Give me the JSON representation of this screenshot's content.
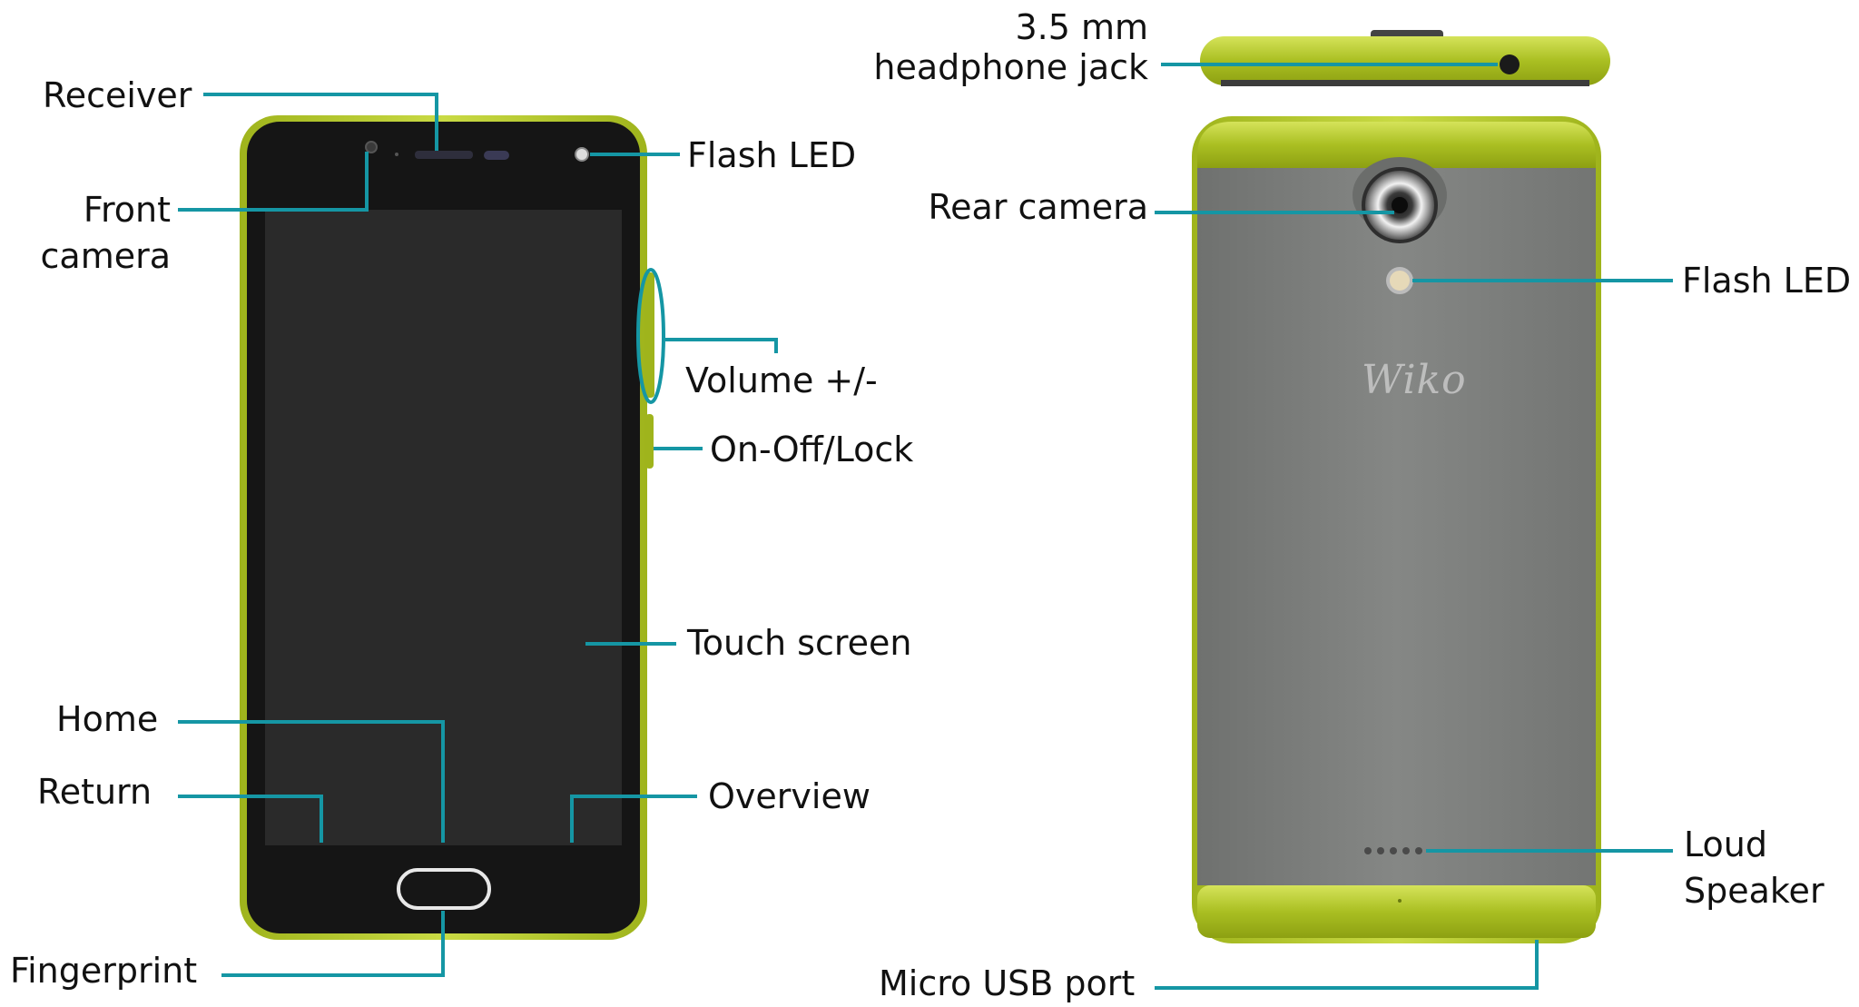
{
  "colors": {
    "leader": "#1596a4",
    "lime_trim": "#b8cc2e",
    "front_body": "#1c1c1c",
    "screen": "#262626",
    "back_body": "#7b7d7b"
  },
  "logo_text": "Wiko",
  "labels": {
    "receiver": "Receiver",
    "front_camera_1": "Front",
    "front_camera_2": "camera",
    "home": "Home",
    "return": "Return",
    "fingerprint": "Fingerprint",
    "flash_led_front": "Flash LED",
    "volume": "Volume +/-",
    "on_off_lock": "On-Off/Lock",
    "touch_screen": "Touch screen",
    "overview": "Overview",
    "headphone_1": "3.5 mm",
    "headphone_2": "headphone jack",
    "rear_camera": "Rear camera",
    "flash_led_rear": "Flash LED",
    "loud_speaker_1": "Loud",
    "loud_speaker_2": "Speaker",
    "micro_usb": "Micro USB port"
  }
}
